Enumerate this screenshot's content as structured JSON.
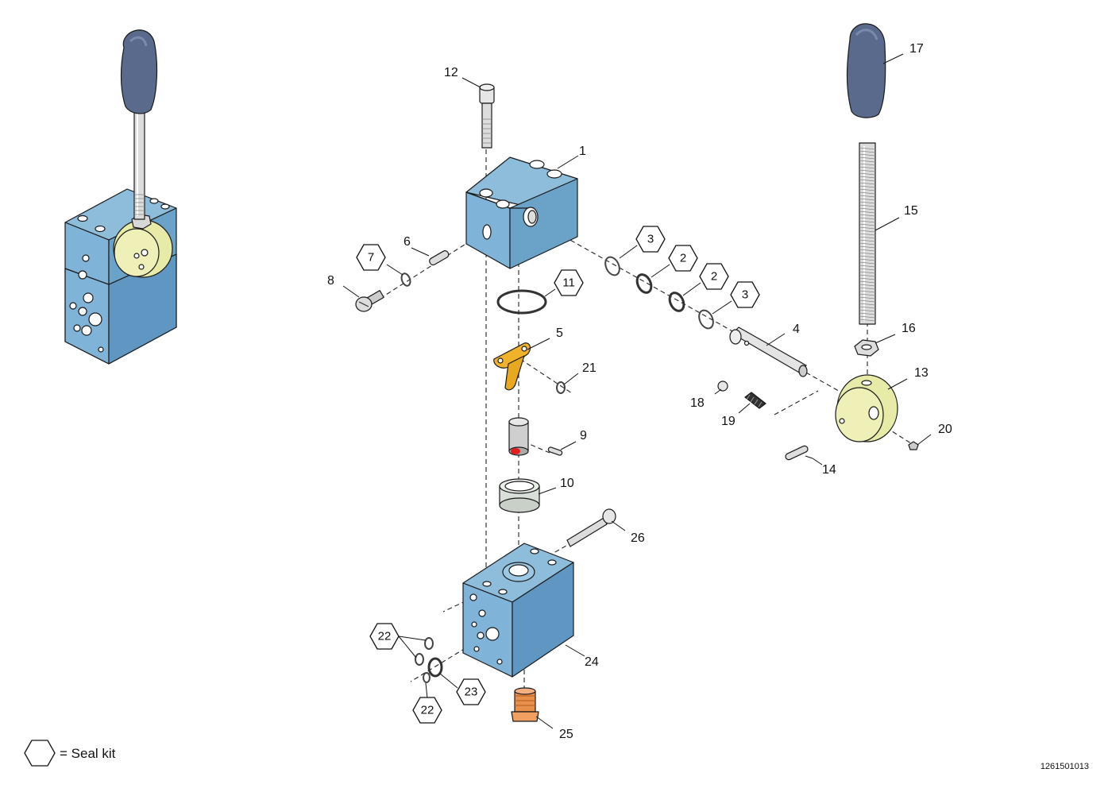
{
  "callouts": [
    {
      "id": "1",
      "text": "1"
    },
    {
      "id": "4",
      "text": "4"
    },
    {
      "id": "5",
      "text": "5"
    },
    {
      "id": "6",
      "text": "6"
    },
    {
      "id": "8",
      "text": "8"
    },
    {
      "id": "9",
      "text": "9"
    },
    {
      "id": "10",
      "text": "10"
    },
    {
      "id": "12",
      "text": "12"
    },
    {
      "id": "13",
      "text": "13"
    },
    {
      "id": "14",
      "text": "14"
    },
    {
      "id": "15",
      "text": "15"
    },
    {
      "id": "16",
      "text": "16"
    },
    {
      "id": "17",
      "text": "17"
    },
    {
      "id": "18",
      "text": "18"
    },
    {
      "id": "19",
      "text": "19"
    },
    {
      "id": "20",
      "text": "20"
    },
    {
      "id": "21",
      "text": "21"
    },
    {
      "id": "24",
      "text": "24"
    },
    {
      "id": "25",
      "text": "25"
    },
    {
      "id": "26",
      "text": "26"
    }
  ],
  "seal_callouts": [
    {
      "id": "3a",
      "text": "3"
    },
    {
      "id": "2a",
      "text": "2"
    },
    {
      "id": "2b",
      "text": "2"
    },
    {
      "id": "3b",
      "text": "3"
    },
    {
      "id": "7",
      "text": "7"
    },
    {
      "id": "11",
      "text": "11"
    },
    {
      "id": "22a",
      "text": "22"
    },
    {
      "id": "22b",
      "text": "22"
    },
    {
      "id": "23",
      "text": "23"
    }
  ],
  "legend": {
    "text": "= Seal kit"
  },
  "document_id": "1261501013",
  "colors": {
    "block_blue": "#7fb0d3",
    "block_blue_dark": "#5e95bf",
    "cam_yellow": "#eef0b8",
    "knob_navy": "#5a6a8c",
    "lever_gold": "#f0b22a",
    "plug_orange": "#e8904a",
    "ring_gray": "#d9e0d9"
  }
}
